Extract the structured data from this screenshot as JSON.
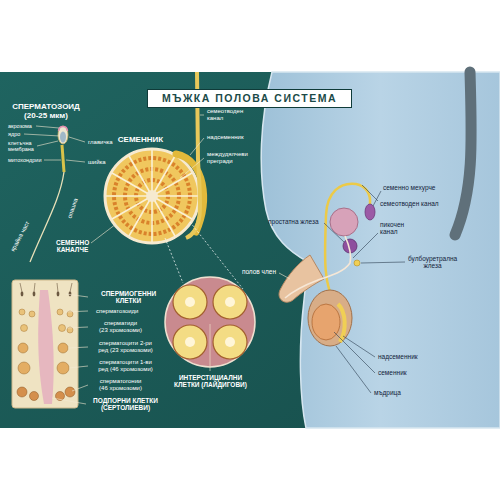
{
  "diagram": {
    "title": "МЪЖКА ПОЛОВА СИСТЕМА",
    "labels": [
      "СПЕРМАТОЗОИД (20-25 мкм)",
      "акрозома",
      "ядро",
      "клетъчна мембрана",
      "митохондрии",
      "главичка",
      "шийка",
      "опашка",
      "крайна част",
      "СЕМЕННИК",
      "семеотводен канал",
      "надсеменник",
      "междудялчеви прегради",
      "СЕМЕННО КАНАЛЧЕ",
      "СПЕРМИОГЕННИ КЛЕТКИ",
      "сперматозоиди",
      "сперматиди (23 хромозоми)",
      "сперматоцити 2-ри ред (23 хромозоми)",
      "сперматоцити 1-ви ред (46 хромозоми)",
      "сперматогонии (46 хромозоми)",
      "ПОДПОРНИ КЛЕТКИ (СЕРТОЛИЕВИ)",
      "ИНТЕРСТИЦИАЛНИ КЛЕТКИ (ЛАЙДИГОВИ)",
      "семенно мехурче",
      "семеотводен канал",
      "пикочен канал",
      "простатна жлеза",
      "полов член",
      "булбоуретрална жлеза",
      "надсеменник",
      "семенник",
      "мъдрица"
    ]
  }
}
